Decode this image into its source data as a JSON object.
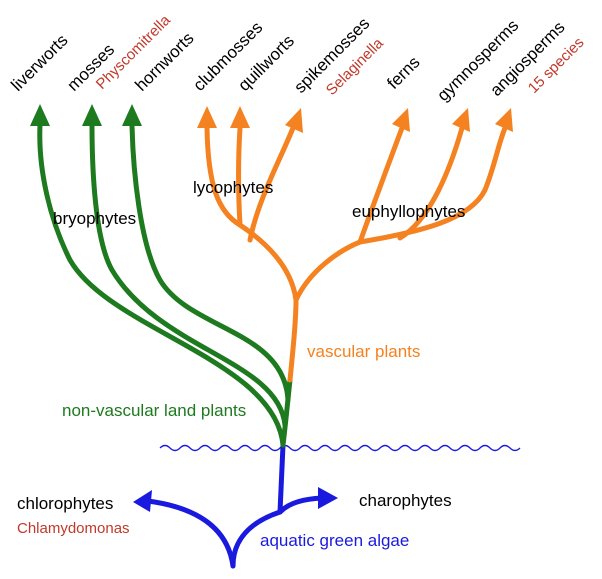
{
  "colors": {
    "green": "#1e7a1e",
    "orange": "#f58220",
    "blue": "#1a1adf",
    "red": "#c0392b",
    "black": "#000000"
  },
  "taxa": {
    "liverworts": "liverworts",
    "mosses": "mosses",
    "hornworts": "hornworts",
    "clubmosses": "clubmosses",
    "quillworts": "quillworts",
    "spikemosses": "spikemosses",
    "ferns": "ferns",
    "gymnosperms": "gymnosperms",
    "angiosperms": "angiosperms",
    "chlorophytes": "chlorophytes",
    "charophytes": "charophytes"
  },
  "notes": {
    "physcomitrella": "Physcomitrella",
    "selaginella": "Selaginella",
    "species_count": "15 species",
    "chlamydomonas": "Chlamydomonas"
  },
  "groups": {
    "bryophytes": "bryophytes",
    "lycophytes": "lycophytes",
    "euphyllophytes": "euphyllophytes",
    "vascular_plants": "vascular plants",
    "non_vascular": "non-vascular land plants",
    "aquatic_algae": "aquatic green algae"
  }
}
